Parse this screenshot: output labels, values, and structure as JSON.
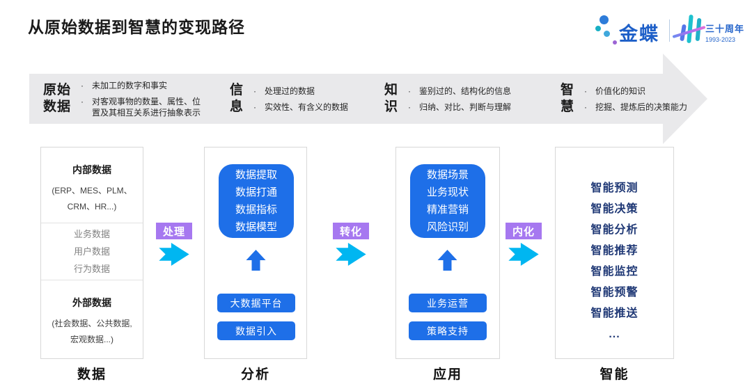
{
  "page_title": "从原始数据到智慧的变现路径",
  "logo": {
    "brand": "金蝶",
    "anniversary": "三十周年",
    "years": "1993-2023"
  },
  "banner": {
    "bullet_glyph": "·",
    "stages": [
      {
        "title_line1": "原始",
        "title_line2": "数据",
        "bullet1": "未加工的数字和事实",
        "bullet2": "对客观事物的数量、属性、位置及其相互关系进行抽象表示"
      },
      {
        "title_line1": "信",
        "title_line2": "息",
        "bullet1": "处理过的数据",
        "bullet2": "实效性、有含义的数据"
      },
      {
        "title_line1": "知",
        "title_line2": "识",
        "bullet1": "鉴别过的、结构化的信息",
        "bullet2": "归纳、对比、判断与理解"
      },
      {
        "title_line1": "智",
        "title_line2": "慧",
        "bullet1": "价值化的知识",
        "bullet2": "挖掘、提炼后的决策能力"
      }
    ]
  },
  "flow": {
    "arrow1": "处理",
    "arrow2": "转化",
    "arrow3": "内化"
  },
  "data_column": {
    "internal": {
      "heading": "内部数据",
      "detail": "(ERP、MES、PLM、CRM、HR...)"
    },
    "middle_items": [
      "业务数据",
      "用户数据",
      "行为数据"
    ],
    "external": {
      "heading": "外部数据",
      "detail": "(社会数据、公共数据, 宏观数据...)"
    },
    "footer_label": "数据"
  },
  "analysis_column": {
    "box_lines": [
      "数据提取",
      "数据打通",
      "数据指标",
      "数据模型"
    ],
    "buttons": [
      "大数据平台",
      "数据引入"
    ],
    "footer_label": "分析"
  },
  "application_column": {
    "box_lines": [
      "数据场景",
      "业务现状",
      "精准营销",
      "风险识别"
    ],
    "buttons": [
      "业务运营",
      "策略支持"
    ],
    "footer_label": "应用"
  },
  "intelligence_column": {
    "items": [
      "智能预测",
      "智能决策",
      "智能分析",
      "智能推荐",
      "智能监控",
      "智能预警",
      "智能推送",
      "..."
    ],
    "footer_label": "智能"
  },
  "colors": {
    "accent_blue": "#1e6fe8",
    "badge_purple": "#a678f0",
    "arrow_cyan": "#00b6f1",
    "banner_gray": "#e9e9eb",
    "navy_text": "#1f3875",
    "brand_blue": "#1d5fc8"
  }
}
